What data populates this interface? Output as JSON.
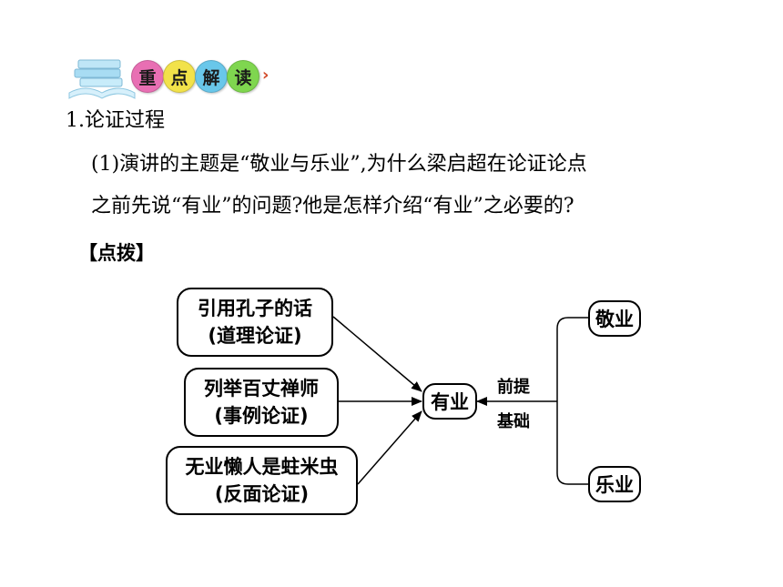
{
  "banner": {
    "chars": [
      "重",
      "点",
      "解",
      "读"
    ],
    "colors": [
      "#e86fb3",
      "#f2e24a",
      "#69c7ea",
      "#7fd64f"
    ]
  },
  "section_heading": "1.论证过程",
  "question": {
    "line1": "(1)演讲的主题是“敬业与乐业”,为什么梁启超在论证论点",
    "line2": "之前先说“有业”的问题?他是怎样介绍“有业”之必要的?"
  },
  "hint_label": "【点拨】",
  "diagram": {
    "left_nodes": [
      {
        "line1": "引用孔子的话",
        "line2": "(道理论证)"
      },
      {
        "line1": "列举百丈禅师",
        "line2": "(事例论证)"
      },
      {
        "line1": "无业懒人是蛀米虫",
        "line2": "(反面论证)"
      }
    ],
    "center_node": "有业",
    "edge_label": {
      "line1": "前提",
      "line2": "基础"
    },
    "right_nodes": [
      "敬业",
      "乐业"
    ]
  }
}
